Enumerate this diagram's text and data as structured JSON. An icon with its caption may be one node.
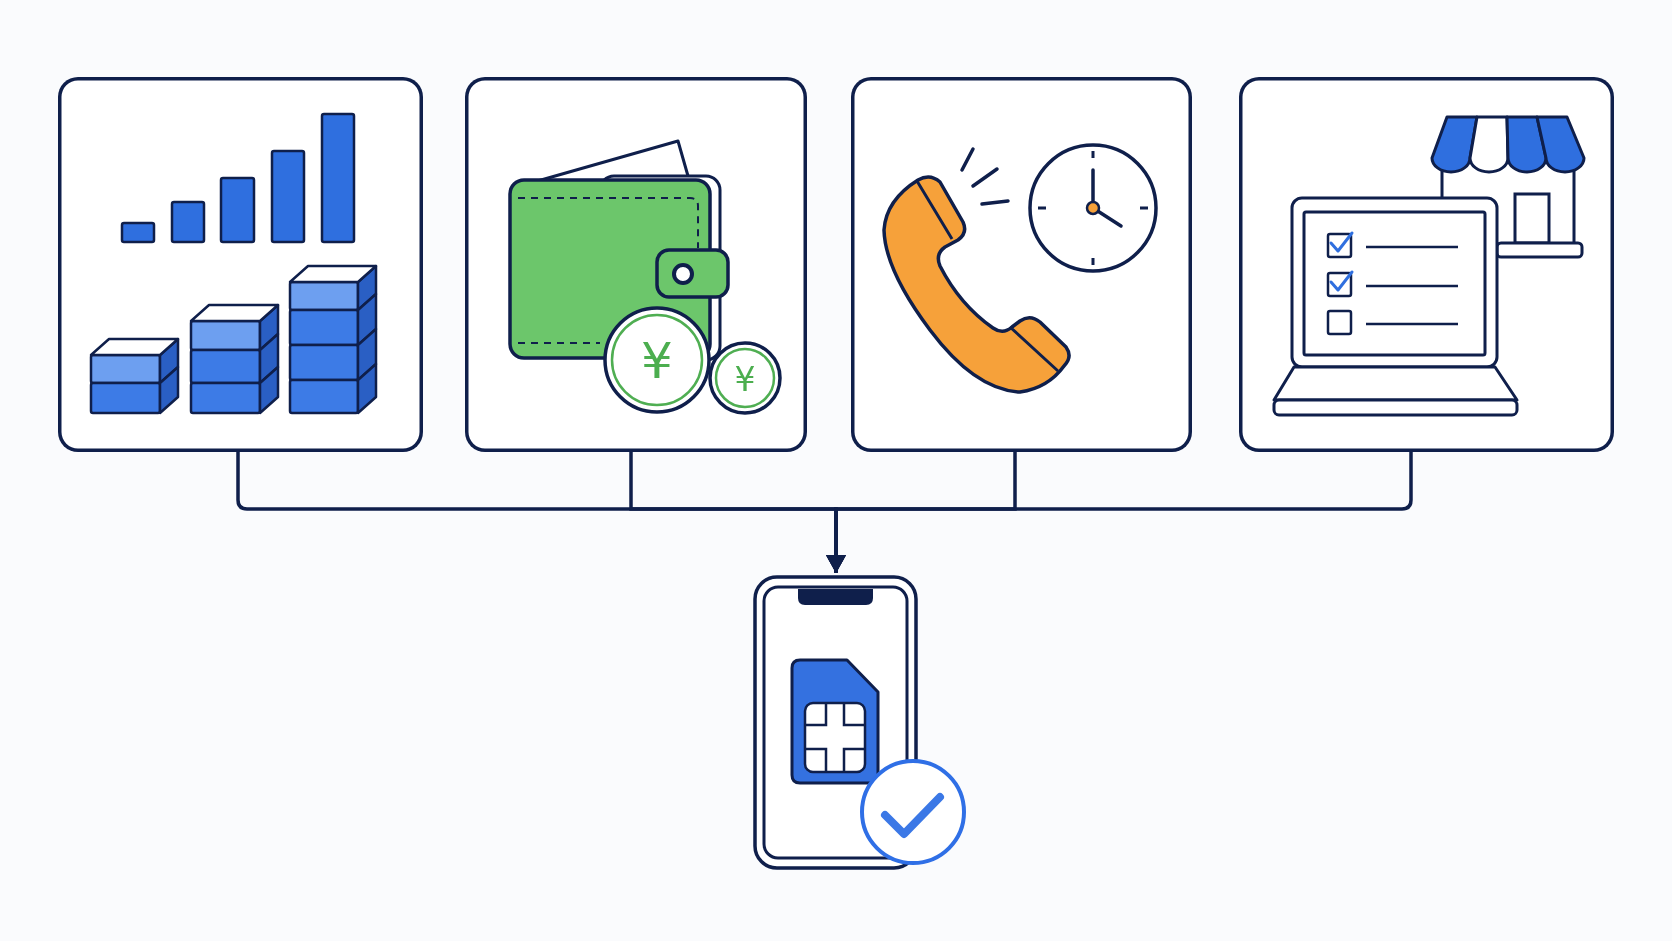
{
  "diagram": {
    "nodes": [
      {
        "text": [],
        "shape": "picture"
      },
      {
        "text": [],
        "shape": "picture"
      },
      {
        "text": [],
        "shape": "picture"
      },
      {
        "text": [],
        "shape": "picture"
      },
      {
        "text": [],
        "shape": "picture"
      }
    ],
    "edges": [
      {
        "from": 0,
        "to": 4,
        "arrow": "to"
      },
      {
        "from": 1,
        "to": 4,
        "arrow": "to"
      },
      {
        "from": 2,
        "to": 4,
        "arrow": "to"
      },
      {
        "from": 3,
        "to": 4,
        "arrow": "to"
      }
    ],
    "labels": [
      "¥",
      "¥"
    ]
  }
}
